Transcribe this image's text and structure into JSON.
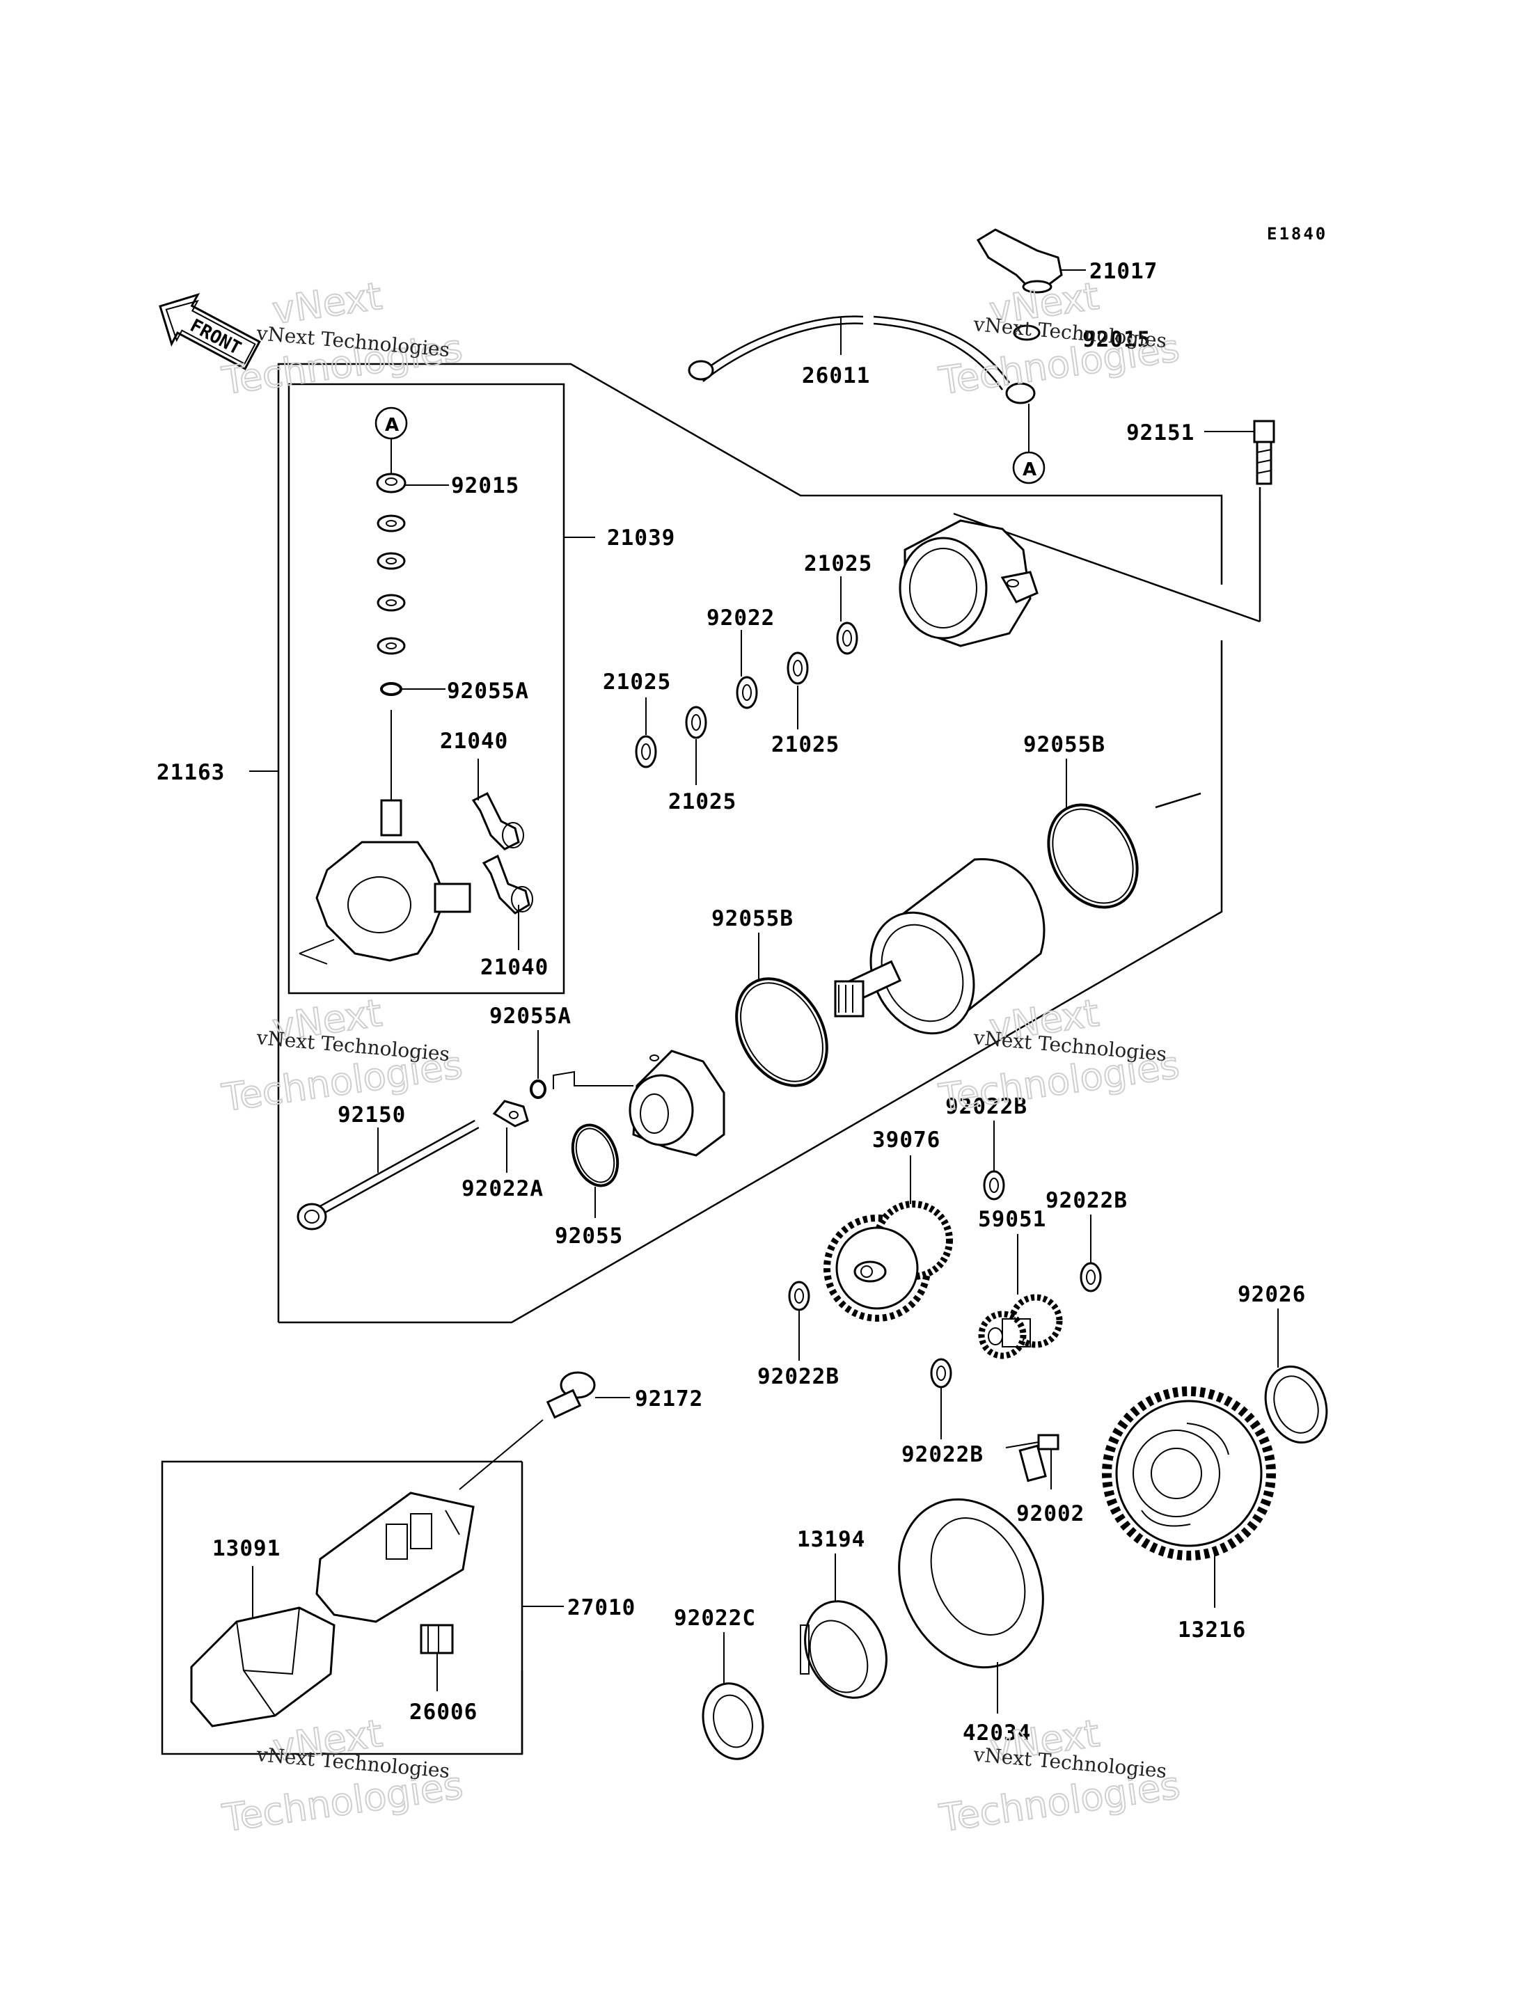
{
  "diagram_code": "E1840",
  "front_label": "FRONT",
  "ref_marker": "A",
  "watermark": {
    "line1": "vNext",
    "line2": "Technologies",
    "small": "vNext Technologies"
  },
  "parts": {
    "p21017": "21017",
    "p92015_top": "92015",
    "p26011": "26011",
    "p92151": "92151",
    "p92015": "92015",
    "p21039": "21039",
    "p92055A": "92055A",
    "p21040_a": "21040",
    "p21040_b": "21040",
    "p21163": "21163",
    "p21025_a": "21025",
    "p92022": "92022",
    "p21025_b": "21025",
    "p21025_c": "21025",
    "p21025_d": "21025",
    "p92055B_a": "92055B",
    "p92055B_b": "92055B",
    "p92055A_b": "92055A",
    "p92150": "92150",
    "p92022A": "92022A",
    "p92055": "92055",
    "p39076": "39076",
    "p92022B_a": "92022B",
    "p92022B_b": "92022B",
    "p59051": "59051",
    "p92026": "92026",
    "p92022B_c": "92022B",
    "p92022B_d": "92022B",
    "p92172": "92172",
    "p13091": "13091",
    "p27010": "27010",
    "p26006": "26006",
    "p13194": "13194",
    "p92022C": "92022C",
    "p92002": "92002",
    "p42034": "42034",
    "p13216": "13216"
  }
}
